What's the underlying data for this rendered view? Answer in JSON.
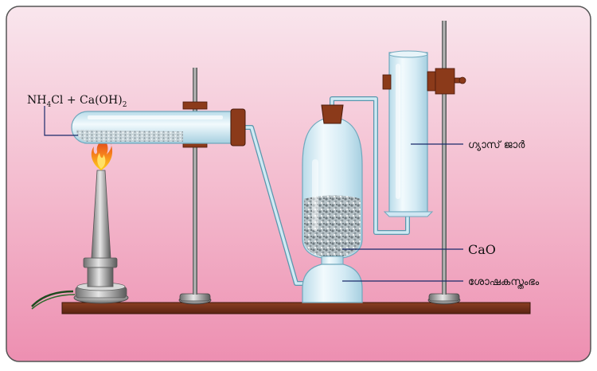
{
  "diagram": {
    "labels": {
      "reactants": {
        "nh": "NH",
        "sub4": "4",
        "cl_plus": "Cl + Ca(OH)",
        "sub2": "2"
      },
      "gas_jar": "ഗ്യാസ് ജാർ",
      "cao": "CaO",
      "drying_tower": "ശോഷകസ്തംഭം"
    },
    "colors": {
      "background_top": "#f8dde6",
      "background_bottom": "#ee93b3",
      "border": "#555555",
      "base": "#6e2c17",
      "glass": "#cfe6f2",
      "cork": "#8b3a1a",
      "flame": "#f06a1a",
      "tube": "#a7d3e3"
    }
  }
}
